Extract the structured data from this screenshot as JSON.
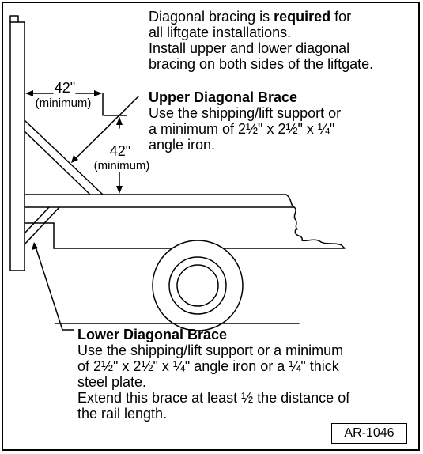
{
  "notes": {
    "required_prefix": "Diagonal bracing is ",
    "required_word": "required",
    "required_suffix": " for",
    "line2": "all liftgate installations.",
    "line3": "Install upper and lower diagonal",
    "line4": "bracing on both sides of the liftgate."
  },
  "upper_brace": {
    "title": "Upper Diagonal Brace",
    "line1": "Use the shipping/lift support or",
    "line2": "a minimum of 2½\" x 2½\" x ¼\"",
    "line3": "angle iron."
  },
  "lower_brace": {
    "title": "Lower Diagonal Brace",
    "line1": "Use the shipping/lift support or a minimum",
    "line2": "of 2½\" x 2½\" x ¼\" angle iron or a ¼\" thick",
    "line3": "steel plate.",
    "line4": "Extend this brace at least ½ the distance of",
    "line5": "the rail length."
  },
  "dimensions": {
    "horizontal": "42\"",
    "horizontal_note": "(minimum)",
    "vertical": "42\"",
    "vertical_note": "(minimum)"
  },
  "figure_id": "AR-1046"
}
